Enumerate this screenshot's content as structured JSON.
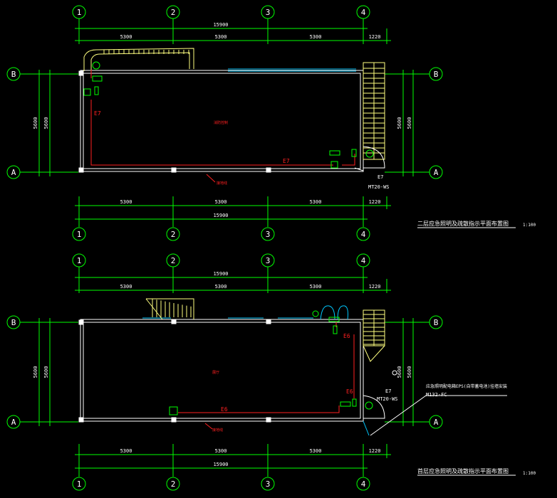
{
  "colors": {
    "background": "#000000",
    "grid": "#00ff00",
    "wall": "#ffffff",
    "stair": "#ffff80",
    "window": "#00c8ff",
    "circuit": "#ff2020",
    "fixture": "#00ff00",
    "annotation": "#ffffff"
  },
  "plans": [
    {
      "id": "upper",
      "axis_labels": [
        "1",
        "2",
        "3",
        "4"
      ],
      "row_labels": [
        "B",
        "A"
      ],
      "top_overall": "15900",
      "top_spans": [
        "5300",
        "5300",
        "5300",
        "1220"
      ],
      "bottom_spans": [
        "5300",
        "5300",
        "5300",
        "1220"
      ],
      "bottom_overall": "15900",
      "side_dims": [
        "5600",
        "5600",
        "5600",
        "5600"
      ],
      "circuit_labels": [
        "E7",
        "E7"
      ],
      "room_label": "消防控制",
      "callout_label": "接地线",
      "door_circuit": "E7",
      "door_label": "MT20-WS",
      "title": "二层应急照明及疏散指示平面布置图",
      "scale": "1:100"
    },
    {
      "id": "lower",
      "axis_labels": [
        "1",
        "2",
        "3",
        "4"
      ],
      "row_labels": [
        "B",
        "A"
      ],
      "top_overall": "15900",
      "top_spans": [
        "5300",
        "5300",
        "5300",
        "1220"
      ],
      "bottom_spans": [
        "5300",
        "5300",
        "5300",
        "1220"
      ],
      "bottom_overall": "15900",
      "side_dims": [
        "5600",
        "5600",
        "5600",
        "5600"
      ],
      "circuit_labels": [
        "E6",
        "E6",
        "E6"
      ],
      "room_label": "展厅",
      "callout_label": "接地线",
      "door_circuit": "E7",
      "door_label": "MT20-WS",
      "panel_note": "应急照明配电箱EPS(自带蓄电池)挂墙安装",
      "panel_code": "M132-FC",
      "title": "首层应急照明及疏散指示平面布置图",
      "scale": "1:100"
    }
  ]
}
